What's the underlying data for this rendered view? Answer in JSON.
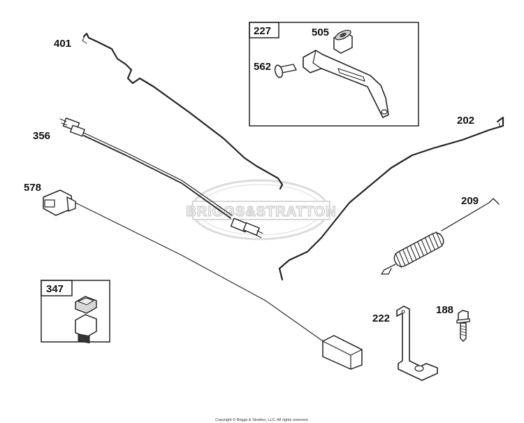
{
  "labels": {
    "p401": "401",
    "p356": "356",
    "p578": "578",
    "p347": "347",
    "p227": "227",
    "p505": "505",
    "p562": "562",
    "p202": "202",
    "p209": "209",
    "p222": "222",
    "p188": "188"
  },
  "watermark": "BRIGGS&STRATTON",
  "copyright": "Copyright © Briggs & Stratton, LLC. All rights reserved."
}
